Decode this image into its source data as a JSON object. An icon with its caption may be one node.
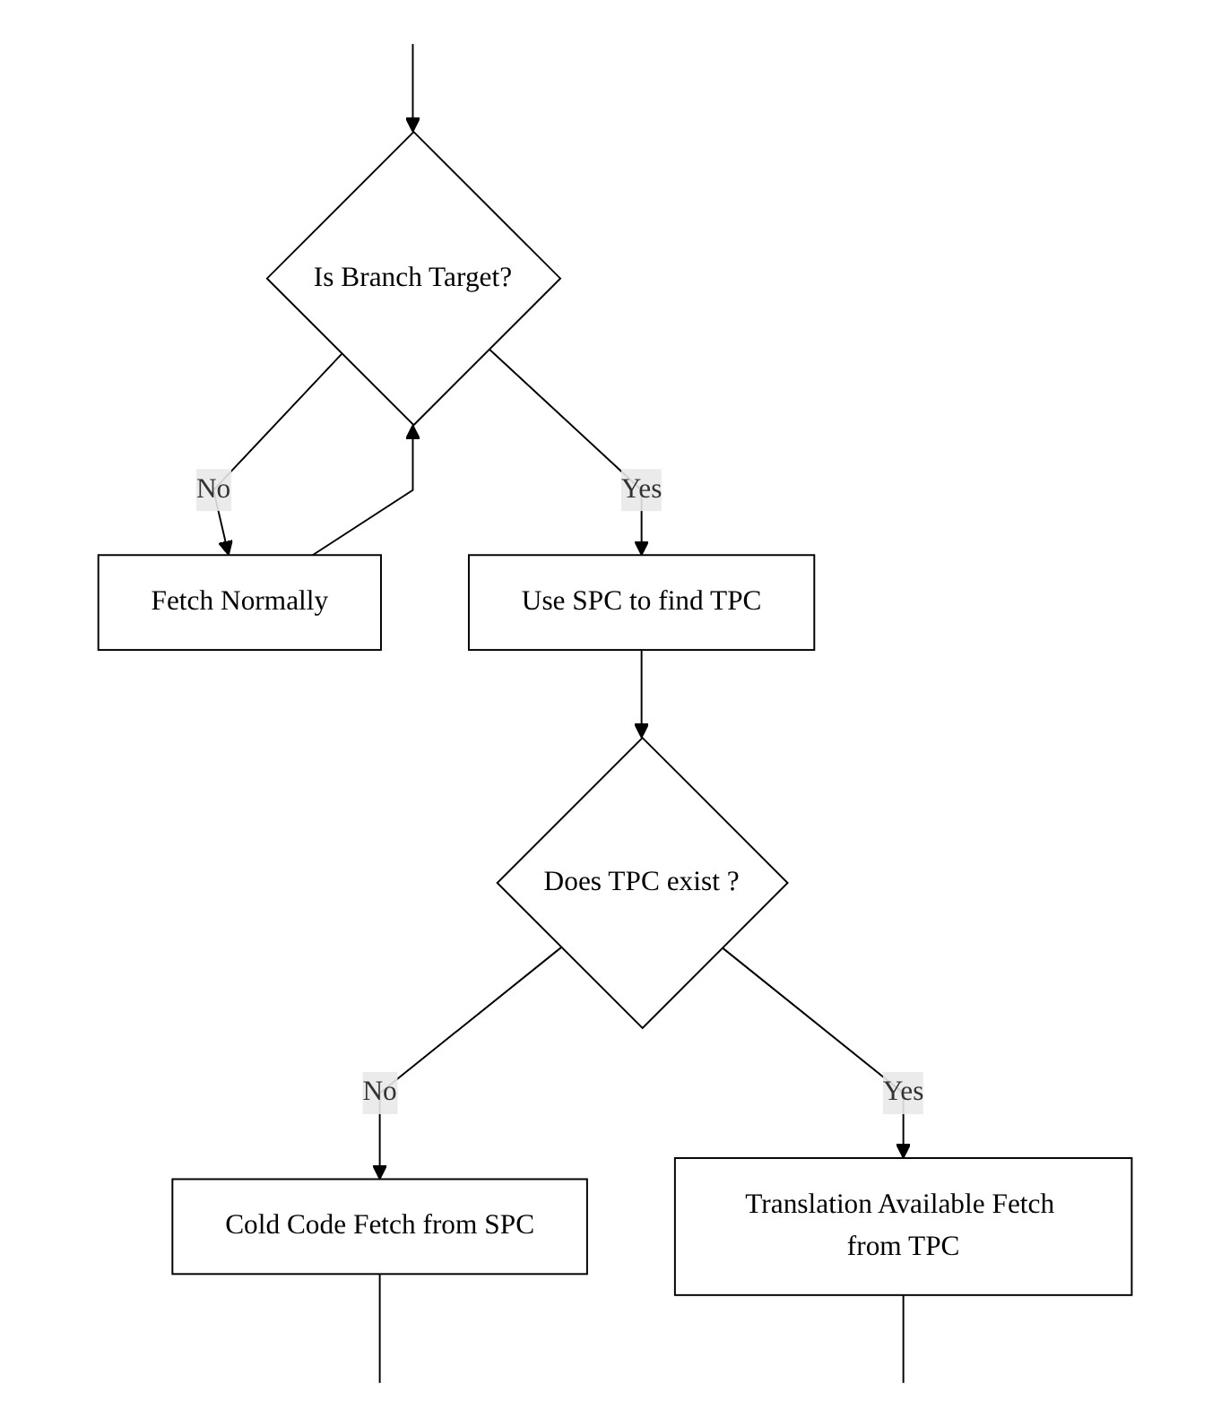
{
  "diagram": {
    "nodes": [
      {
        "text": [
          "Is Branch Target?"
        ]
      },
      {
        "text": [
          "Fetch Normally"
        ]
      },
      {
        "text": [
          "Use SPC to find TPC"
        ]
      },
      {
        "text": [
          "Does TPC exist ?"
        ]
      },
      {
        "text": [
          "Cold Code Fetch from SPC"
        ]
      },
      {
        "text": [
          "Translation Available Fetch from TPC"
        ]
      }
    ],
    "edges": [
      {
        "from": null,
        "to": 0,
        "arrow": "to"
      },
      {
        "from": 0,
        "to": 1,
        "label": "No",
        "arrow": "to"
      },
      {
        "from": 0,
        "to": 2,
        "label": "Yes",
        "arrow": "to"
      },
      {
        "from": 1,
        "to": 0,
        "arrow": "to"
      },
      {
        "from": 2,
        "to": 3,
        "arrow": "to"
      },
      {
        "from": 3,
        "to": 4,
        "label": "No",
        "arrow": "to"
      },
      {
        "from": 3,
        "to": 5,
        "label": "Yes",
        "arrow": "to"
      },
      {
        "from": 4,
        "to": null,
        "arrow": "none"
      },
      {
        "from": 5,
        "to": null,
        "arrow": "none"
      }
    ]
  }
}
